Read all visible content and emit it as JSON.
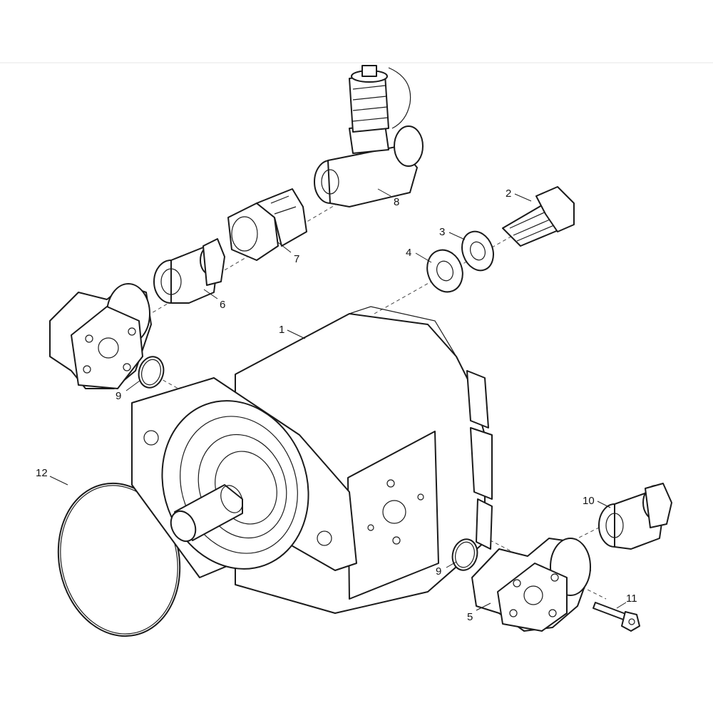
{
  "diagram": {
    "callouts": {
      "c1": "1",
      "c2": "2",
      "c3": "3",
      "c4": "4",
      "c5": "5",
      "c6": "6",
      "c7": "7",
      "c8": "8",
      "c9a": "9",
      "c9b": "9",
      "c10": "10",
      "c11": "11",
      "c12": "12"
    }
  }
}
